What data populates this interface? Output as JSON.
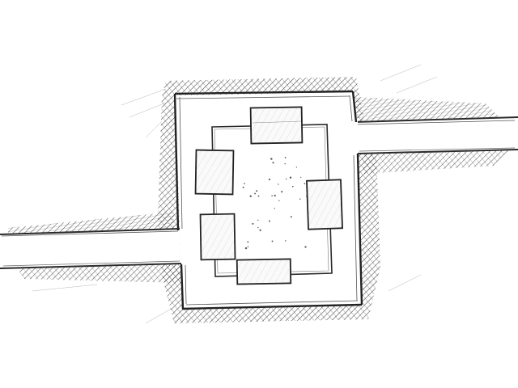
{
  "map": {
    "style": "pencil-sketch",
    "paper_color": "#ffffff",
    "ink_color": "#2a2a2a",
    "hatch_color": "#3a3a3a",
    "stipple_color": "#555555",
    "features": [
      {
        "kind": "room",
        "shape": "square",
        "fill": "hatched-rock-surround"
      },
      {
        "kind": "corridor",
        "direction": "west"
      },
      {
        "kind": "corridor",
        "direction": "east"
      },
      {
        "kind": "inner-ring",
        "shape": "rectangle"
      },
      {
        "kind": "pillar",
        "side": "top"
      },
      {
        "kind": "pillar",
        "side": "left-upper"
      },
      {
        "kind": "pillar",
        "side": "left-lower"
      },
      {
        "kind": "pillar",
        "side": "right"
      },
      {
        "kind": "pillar",
        "side": "bottom"
      },
      {
        "kind": "stippled-floor",
        "area": "center"
      }
    ]
  }
}
